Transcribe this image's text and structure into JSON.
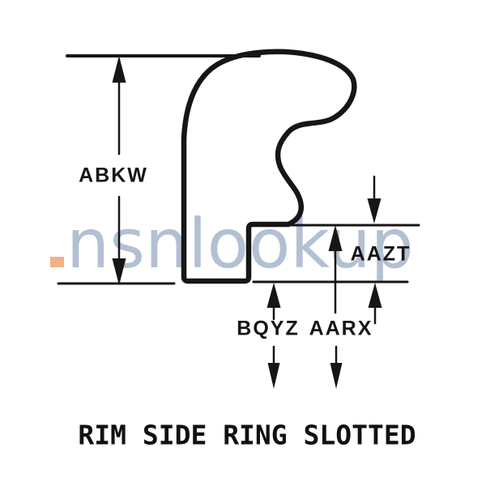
{
  "watermark": {
    "text": "nsnlookup",
    "text_color": "#b3c0d3",
    "dot_color": "#f2b184"
  },
  "diagram": {
    "ink_color": "#161616",
    "caption": "RIM SIDE RING SLOTTED",
    "dimension_labels": {
      "abkw": "ABKW",
      "aazt": "AAZT",
      "bqyz": "BQYZ",
      "aarx": "AARX"
    }
  }
}
